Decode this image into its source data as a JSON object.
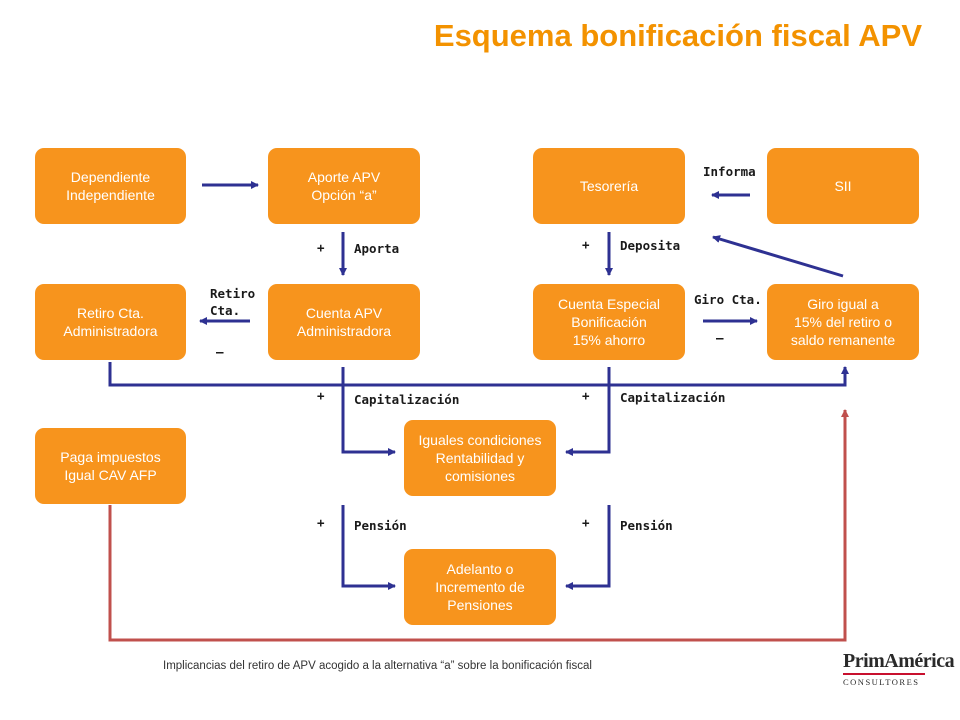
{
  "title": "Esquema bonificación fiscal APV",
  "boxes": {
    "dependiente": [
      "Dependiente",
      "Independiente"
    ],
    "aporte": [
      "Aporte APV",
      "Opción “a”"
    ],
    "tesoreria": [
      "Tesorería"
    ],
    "sii": [
      "SII"
    ],
    "retiro": [
      "Retiro Cta.",
      "Administradora"
    ],
    "cuenta_apv": [
      "Cuenta APV",
      "Administradora"
    ],
    "cuenta_especial": [
      "Cuenta Especial",
      "Bonificación",
      "15% ahorro"
    ],
    "giro": [
      "Giro igual a",
      "15% del retiro o",
      "saldo remanente"
    ],
    "paga": [
      "Paga impuestos",
      "Igual CAV AFP"
    ],
    "iguales": [
      "Iguales condiciones",
      "Rentabilidad y",
      "comisiones"
    ],
    "adelanto": [
      "Adelanto o",
      "Incremento de",
      "Pensiones"
    ]
  },
  "labels": {
    "informa": "Informa",
    "aporta": "Aporta",
    "deposita": "Deposita",
    "retiro_cta_1": "Retiro",
    "retiro_cta_2": "Cta.",
    "giro_cta": "Giro Cta.",
    "capitalizacion": "Capitalización",
    "pension": "Pensión"
  },
  "signs": {
    "plus": "+",
    "minus": "–"
  },
  "colors": {
    "box": "#F7941D",
    "title": "#F39200",
    "arrow_blue": "#2E3192",
    "arrow_red": "#C0504D"
  },
  "footer": "Implicancias del retiro de APV acogido a la alternativa “a” sobre la bonificación fiscal",
  "logo": {
    "name": "PrimAmérica",
    "sub": "CONSULTORES"
  }
}
